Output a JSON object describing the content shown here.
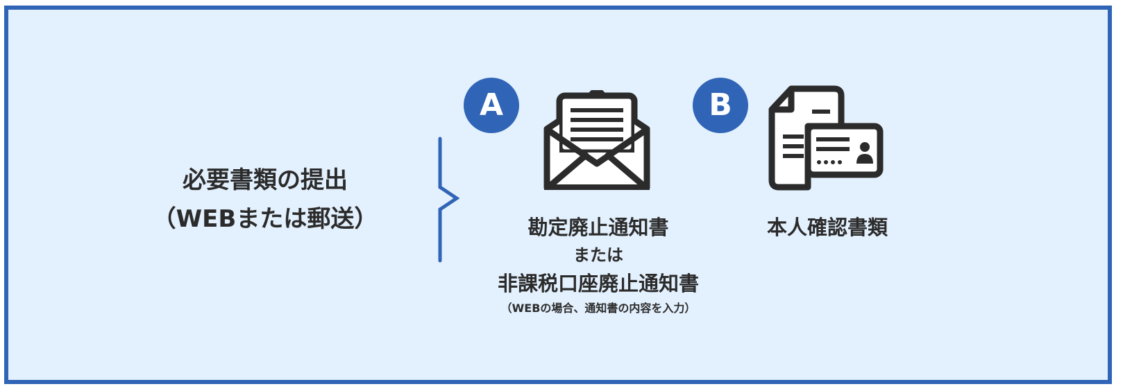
{
  "heading": {
    "line1": "必要書類の提出",
    "line2": "（WEBまたは郵送）"
  },
  "options": [
    {
      "badge": "A",
      "icon": "envelope-letter-icon",
      "line1": "勘定廃止通知書",
      "line2": "または",
      "line3": "非課税口座廃止通知書",
      "note": "（WEBの場合、通知書の内容を入力）"
    },
    {
      "badge": "B",
      "icon": "document-id-card-icon",
      "label": "本人確認書類"
    }
  ],
  "colors": {
    "accent": "#2f64b6",
    "background": "#e3f0fd",
    "icon": "#2b2b2b",
    "text": "#2b2b2b"
  }
}
